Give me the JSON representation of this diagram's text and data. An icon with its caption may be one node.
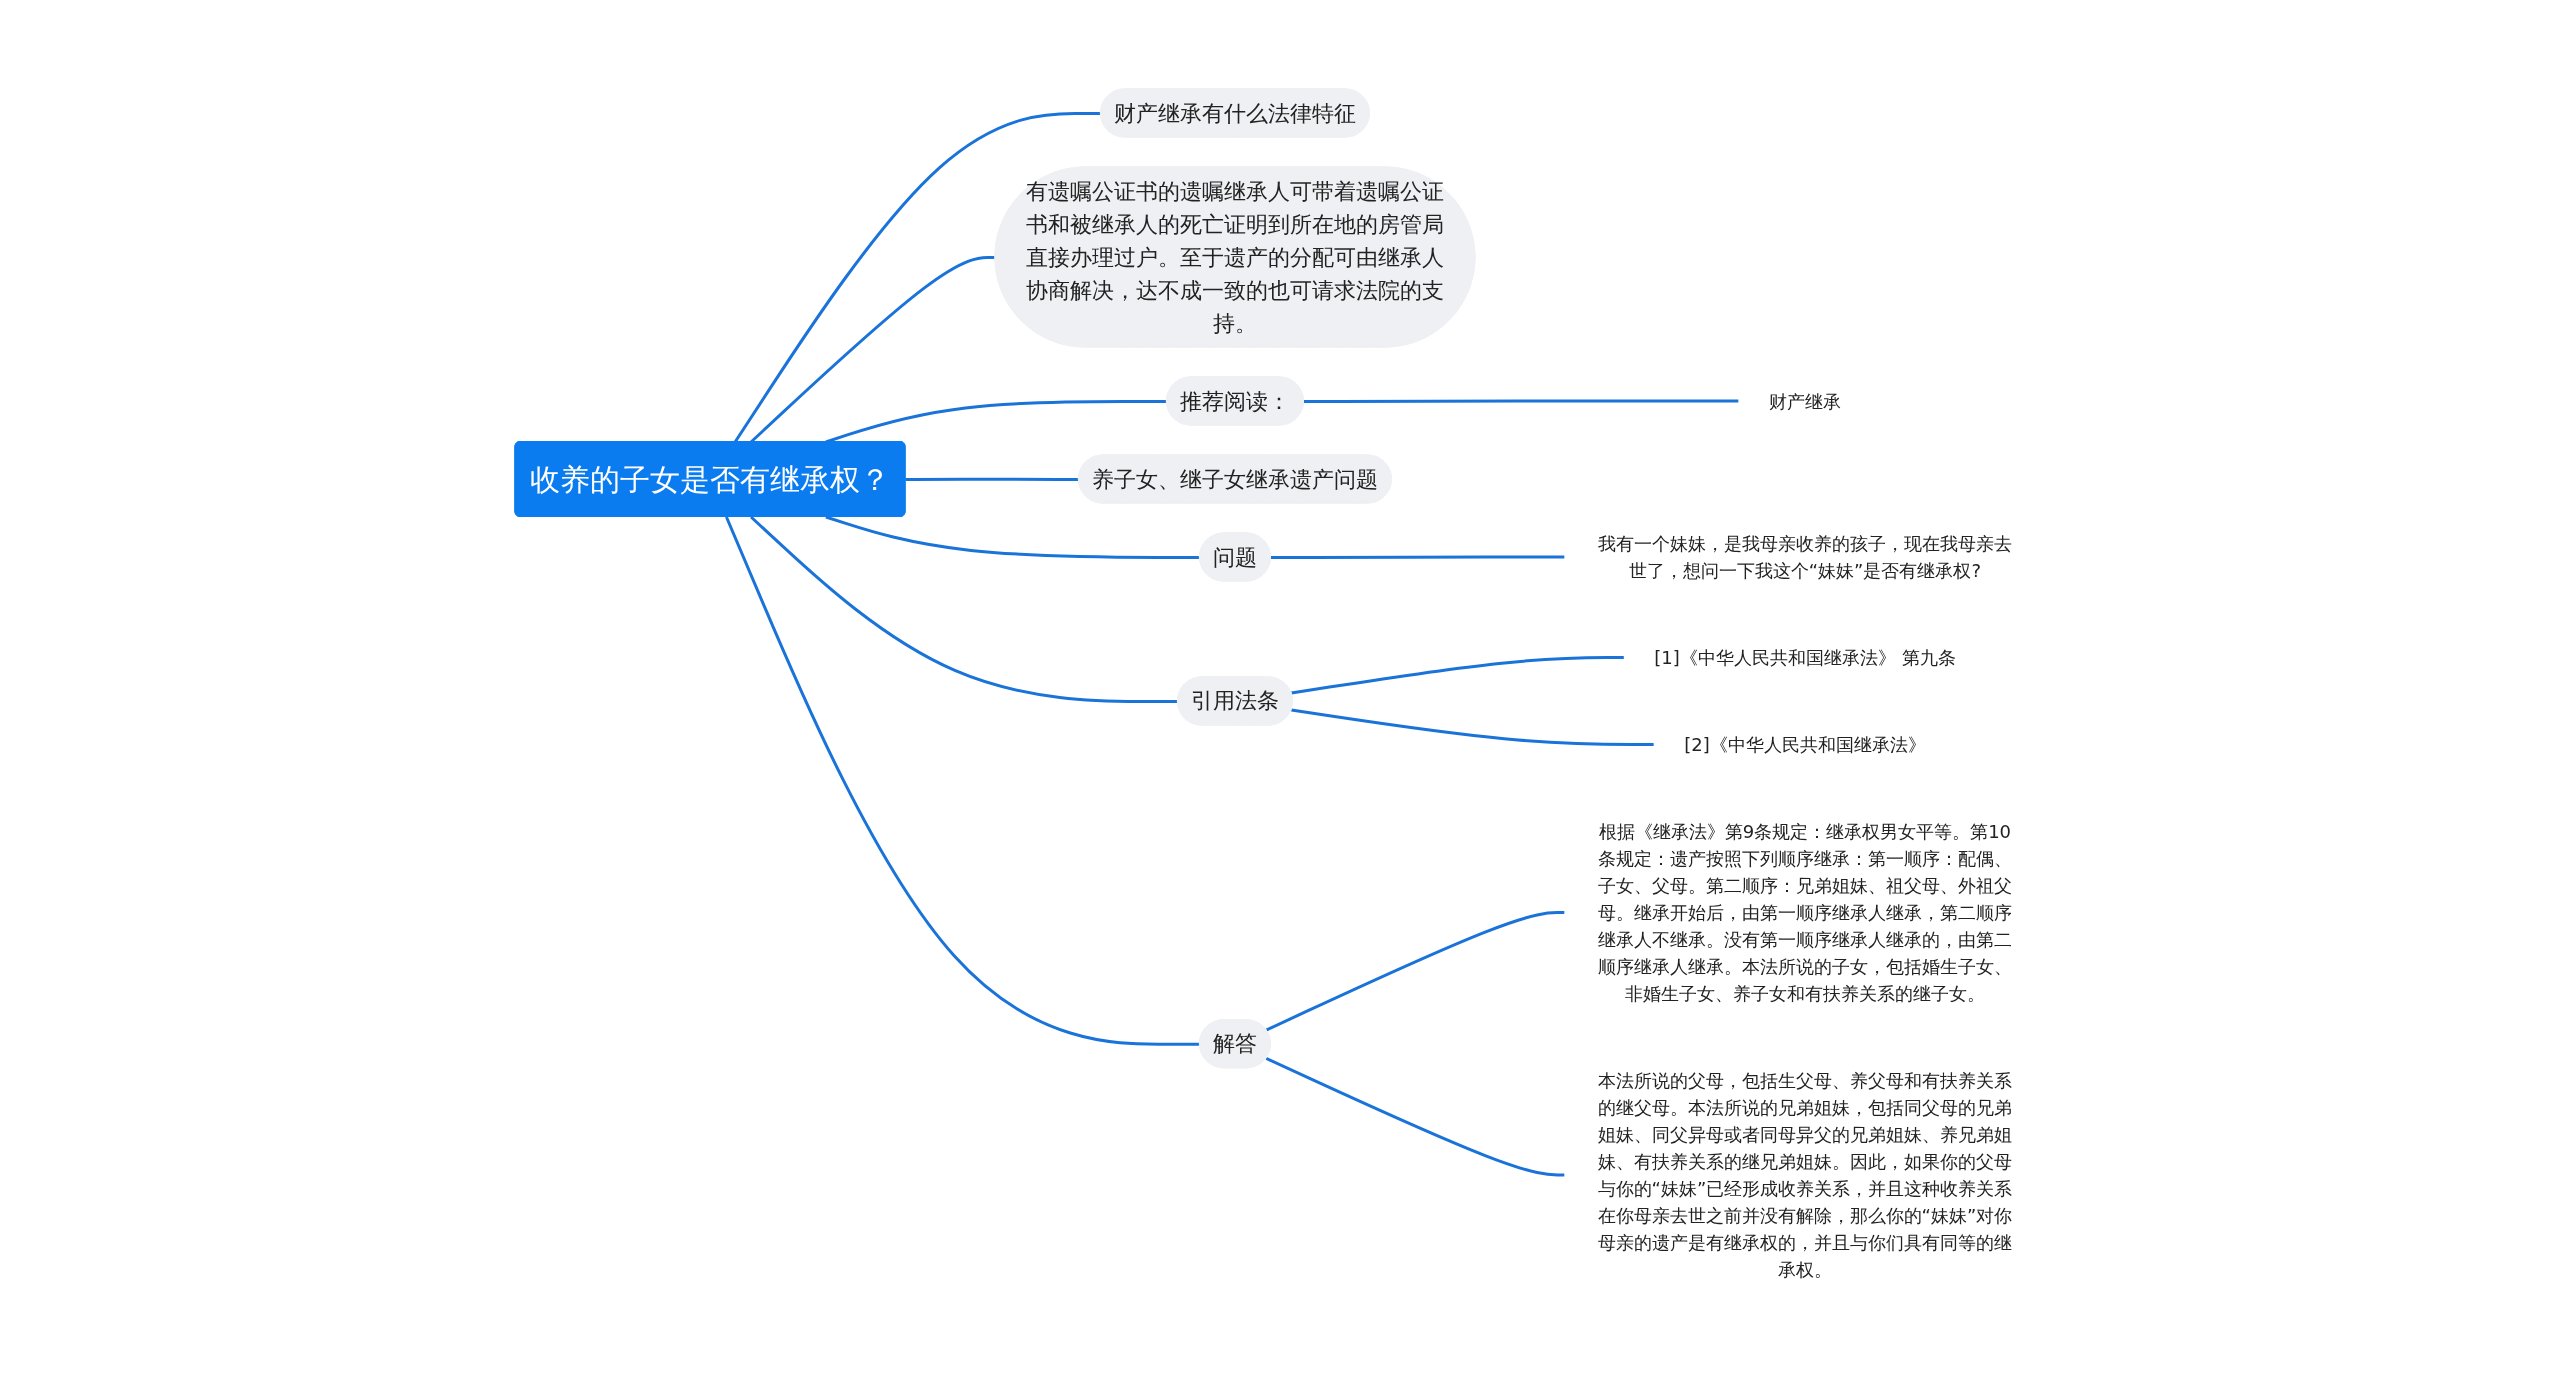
{
  "diagram": {
    "nodes": [
      {
        "text": [
          "收养的子女是否有继承权？"
        ]
      },
      {
        "text": [
          "财产继承有什么法律特征"
        ]
      },
      {
        "text": [
          "有遗嘱公证书的遗嘱继承人可带着遗嘱公证书和被继承人的死亡证明到所在地的房管局直接办理过户。至于遗产的分配可由继承人协商解决，达不成一致的也可请求法院的支持。"
        ]
      },
      {
        "text": [
          "推荐阅读："
        ]
      },
      {
        "text": [
          "财产继承"
        ]
      },
      {
        "text": [
          "养子女、继子女继承遗产问题"
        ]
      },
      {
        "text": [
          "问题"
        ]
      },
      {
        "text": [
          "我有一个妹妹，是我母亲收养的孩子，现在我母亲去世了，想问一下我这个“妹妹”是否有继承权?"
        ]
      },
      {
        "text": [
          "引用法条"
        ]
      },
      {
        "text": [
          "[1]《中华人民共和国继承法》 第九条"
        ]
      },
      {
        "text": [
          "[2]《中华人民共和国继承法》"
        ]
      },
      {
        "text": [
          "解答"
        ]
      },
      {
        "text": [
          "根据《继承法》第9条规定：继承权男女平等。第10条规定：遗产按照下列顺序继承：第一顺序：配偶、子女、父母。第二顺序：兄弟姐妹、祖父母、外祖父母。继承开始后，由第一顺序继承人继承，第二顺序继承人不继承。没有第一顺序继承人继承的，由第二顺序继承人继承。本法所说的子女，包括婚生子女、非婚生子女、养子女和有扶养关系的继子女。"
        ]
      },
      {
        "text": [
          "本法所说的父母，包括生父母、养父母和有扶养关系的继父母。本法所说的兄弟姐妹，包括同父母的兄弟姐妹、同父异母或者同母异父的兄弟姐妹、养兄弟姐妹、有扶养关系的继兄弟姐妹。因此，如果你的父母与你的“妹妹”已经形成收养关系，并且这种收养关系在你母亲去世之前并没有解除，那么你的“妹妹”对你母亲的遗产是有继承权的，并且与你们具有同等的继承权。"
        ]
      }
    ],
    "edges": [
      {
        "from": 0,
        "to": 1,
        "arrow": "none"
      },
      {
        "from": 0,
        "to": 2,
        "arrow": "none"
      },
      {
        "from": 0,
        "to": 3,
        "arrow": "none"
      },
      {
        "from": 3,
        "to": 4,
        "arrow": "none"
      },
      {
        "from": 0,
        "to": 5,
        "arrow": "none"
      },
      {
        "from": 0,
        "to": 6,
        "arrow": "none"
      },
      {
        "from": 6,
        "to": 7,
        "arrow": "none"
      },
      {
        "from": 0,
        "to": 8,
        "arrow": "none"
      },
      {
        "from": 8,
        "to": 9,
        "arrow": "none"
      },
      {
        "from": 8,
        "to": 10,
        "arrow": "none"
      },
      {
        "from": 0,
        "to": 11,
        "arrow": "none"
      },
      {
        "from": 11,
        "to": 12,
        "arrow": "none"
      },
      {
        "from": 11,
        "to": 13,
        "arrow": "none"
      }
    ]
  }
}
